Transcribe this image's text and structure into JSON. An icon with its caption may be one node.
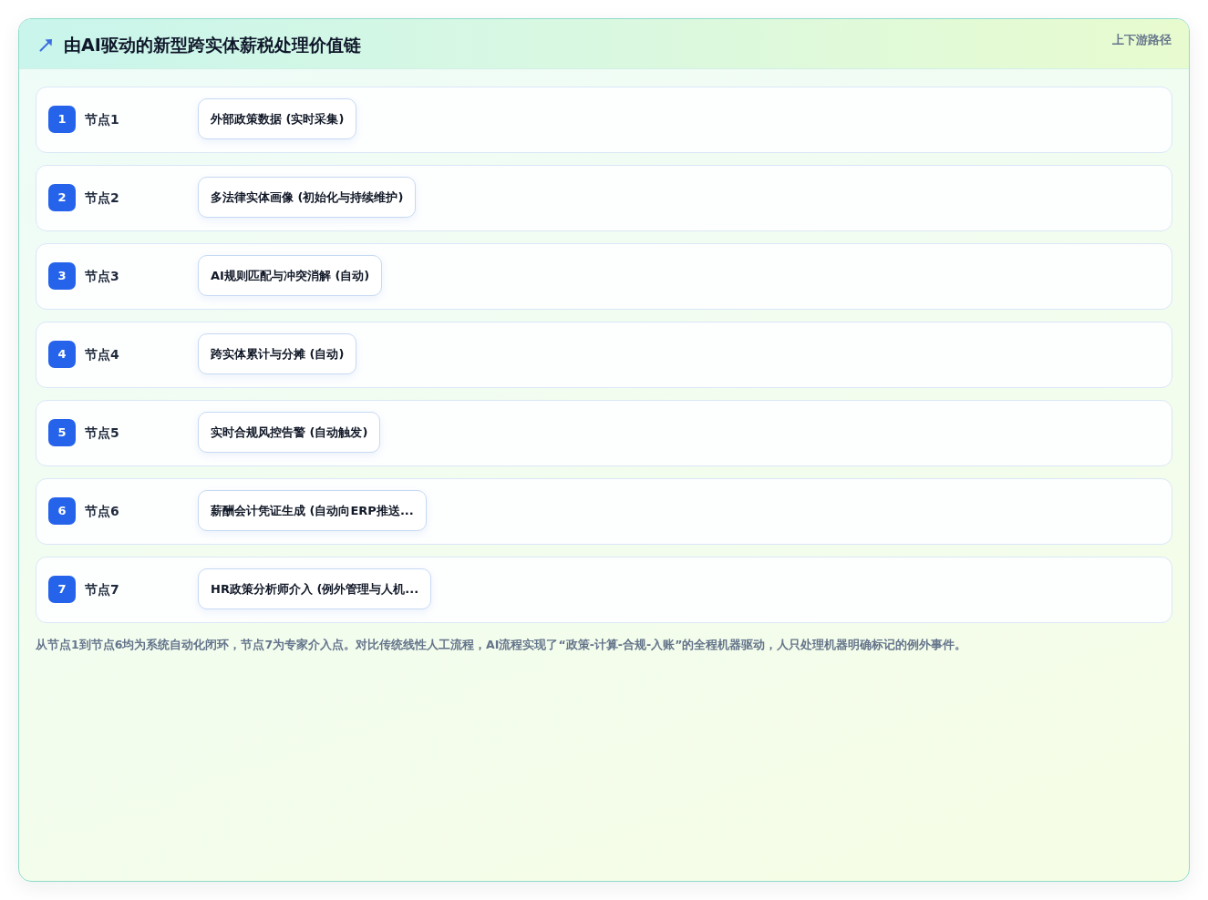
{
  "diagram": {
    "title": "由AI驱动的新型跨实体薪税处理价值链",
    "caption": "从节点1到节点6均为系统自动化闭环，节点7为专家介入点。对比传统线性人工流程，AI流程实现了“政策-计算-合规-入账”的全程机器驱动，人只处理机器明确标记的例外事件。",
    "nodes": [
      {
        "text": [
          "节点1"
        ]
      },
      {
        "text": [
          "1"
        ],
        "in": 0
      },
      {
        "text": [
          "外部政策数据 (实时采集)"
        ],
        "in": 0
      },
      {
        "text": [
          "节点2"
        ]
      },
      {
        "text": [
          "2"
        ],
        "in": 3
      },
      {
        "text": [
          "多法律实体画像 (初始化与持续维护)"
        ],
        "in": 3
      },
      {
        "text": [
          "节点3"
        ]
      },
      {
        "text": [
          "3"
        ],
        "in": 6
      },
      {
        "text": [
          "AI规则匹配与冲突消解 (自动)"
        ],
        "in": 6
      },
      {
        "text": [
          "节点4"
        ]
      },
      {
        "text": [
          "4"
        ],
        "in": 9
      },
      {
        "text": [
          "跨实体累计与分摊 (自动)"
        ],
        "in": 9
      },
      {
        "text": [
          "节点5"
        ]
      },
      {
        "text": [
          "5"
        ],
        "in": 12
      },
      {
        "text": [
          "实时合规风控告警 (自动触发)"
        ],
        "in": 12
      },
      {
        "text": [
          "节点6"
        ]
      },
      {
        "text": [
          "6"
        ],
        "in": 15
      },
      {
        "text": [
          "薪酬会计凭证生成 (自动向ERP推送..."
        ],
        "in": 15
      },
      {
        "text": [
          "节点7"
        ]
      },
      {
        "text": [
          "7"
        ],
        "in": 18
      },
      {
        "text": [
          "HR政策分析师介入 (例外管理与人机..."
        ],
        "in": 18
      }
    ],
    "labels": [
      "上下游路径"
    ]
  }
}
